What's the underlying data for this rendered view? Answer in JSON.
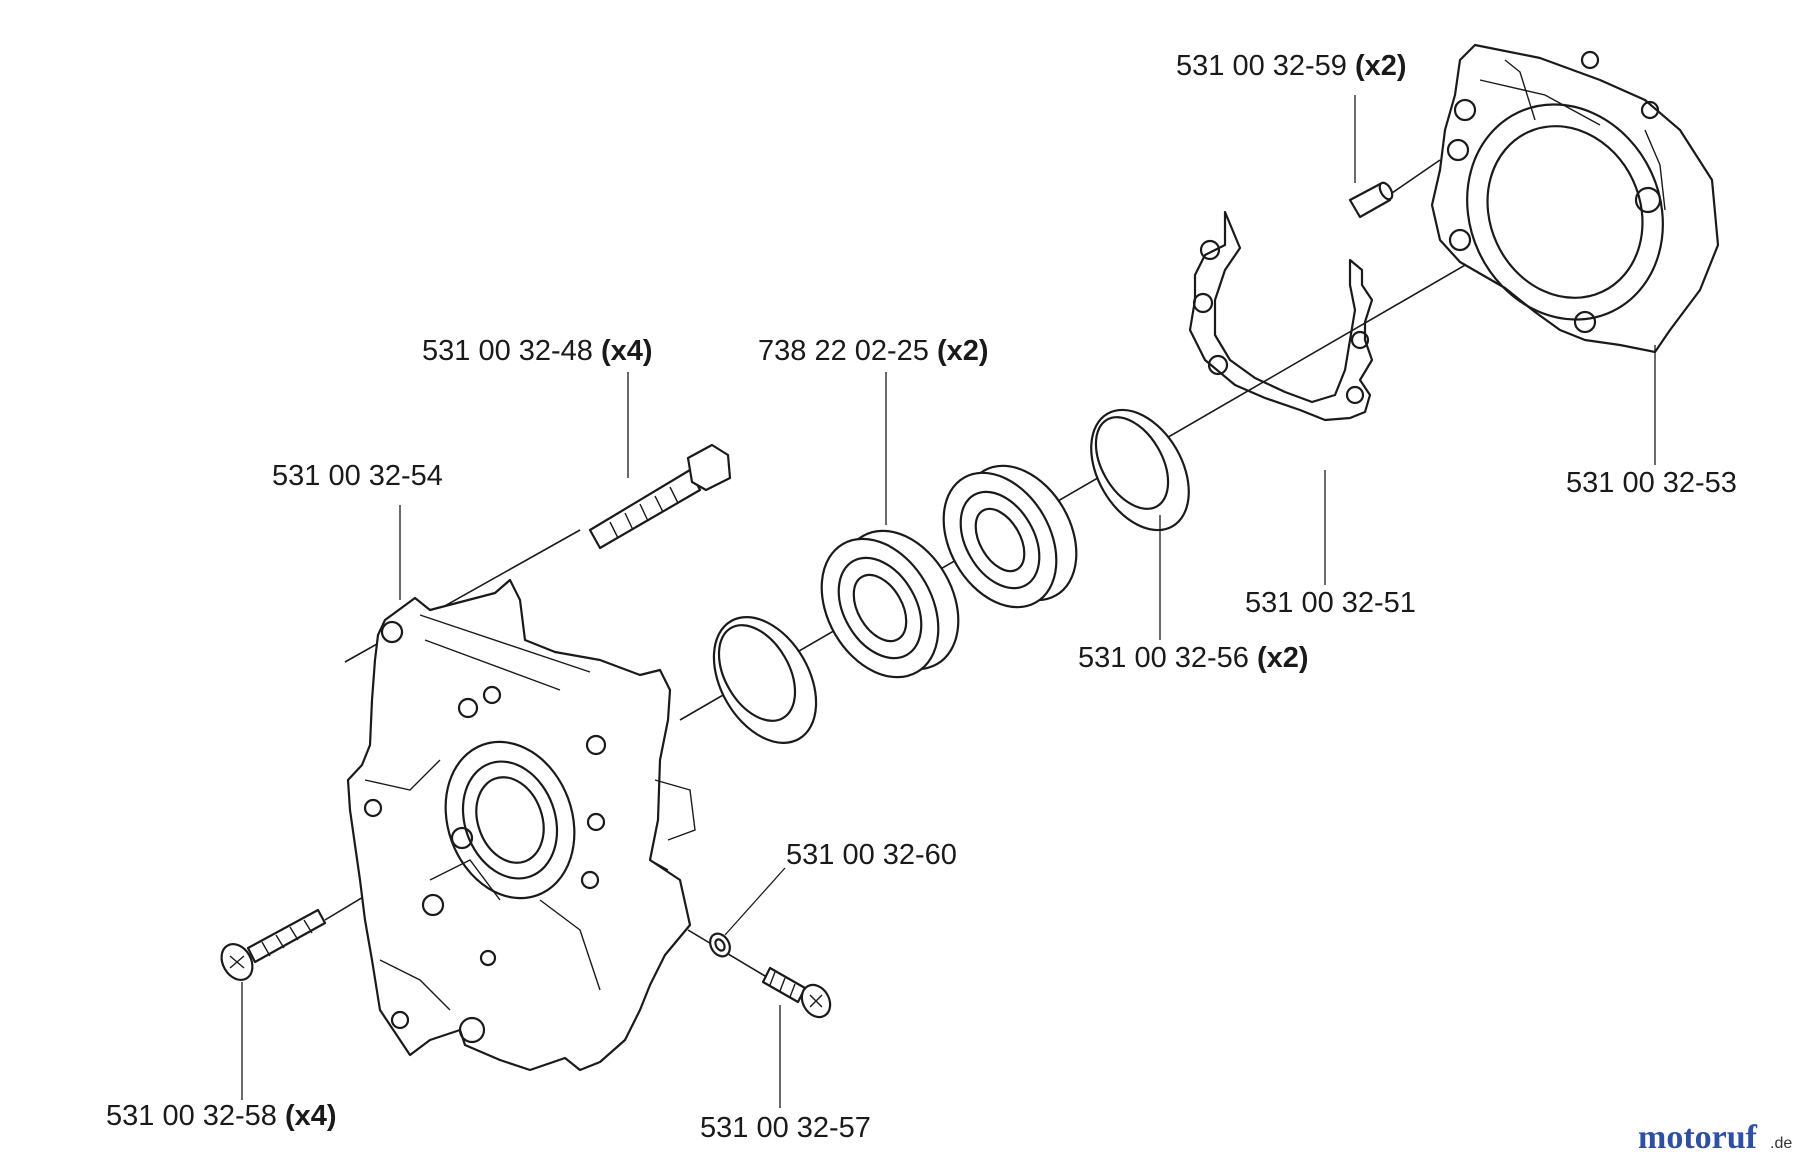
{
  "callouts": [
    {
      "id": "p59",
      "part": "531 00 32-59",
      "qty": "(x2)"
    },
    {
      "id": "p48",
      "part": "531 00 32-48",
      "qty": "(x4)"
    },
    {
      "id": "p25",
      "part": "738 22 02-25",
      "qty": "(x2)"
    },
    {
      "id": "p54",
      "part": "531 00 32-54",
      "qty": ""
    },
    {
      "id": "p53",
      "part": "531 00 32-53",
      "qty": ""
    },
    {
      "id": "p51",
      "part": "531 00 32-51",
      "qty": ""
    },
    {
      "id": "p56",
      "part": "531 00 32-56",
      "qty": "(x2)"
    },
    {
      "id": "p60",
      "part": "531 00 32-60",
      "qty": ""
    },
    {
      "id": "p58",
      "part": "531 00 32-58",
      "qty": "(x4)"
    },
    {
      "id": "p57",
      "part": "531 00 32-57",
      "qty": ""
    }
  ],
  "watermark": {
    "brand": "motoruf",
    "suffix": ".de",
    "brand_color": "#2e4fa3",
    "accent_color": "#e07a1f"
  }
}
